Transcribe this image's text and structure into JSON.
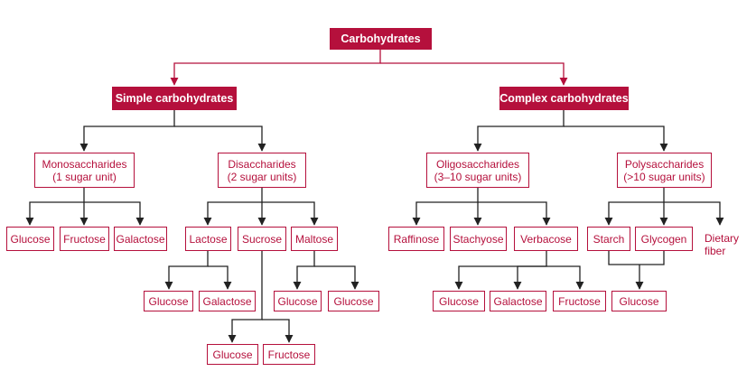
{
  "colors": {
    "accent": "#b5103c",
    "line": "#222222",
    "background": "#ffffff"
  },
  "root": "Carbohydrates",
  "simple": {
    "label": "Simple carbohydrates",
    "monosaccharides": {
      "line1": "Monosaccharides",
      "line2": "(1 sugar unit)",
      "children": [
        "Glucose",
        "Fructose",
        "Galactose"
      ]
    },
    "disaccharides": {
      "line1": "Disaccharides",
      "line2": "(2 sugar units)",
      "lactose": {
        "label": "Lactose",
        "children": [
          "Glucose",
          "Galactose"
        ]
      },
      "sucrose": {
        "label": "Sucrose",
        "children": [
          "Glucose",
          "Fructose"
        ]
      },
      "maltose": {
        "label": "Maltose",
        "children": [
          "Glucose",
          "Glucose"
        ]
      }
    }
  },
  "complex": {
    "label": "Complex carbohydrates",
    "oligosaccharides": {
      "line1": "Oligosaccharides",
      "line2": "(3–10 sugar units)",
      "raffinose": "Raffinose",
      "stachyose": "Stachyose",
      "verbacose": "Verbacose",
      "children": [
        "Glucose",
        "Galactose",
        "Fructose"
      ]
    },
    "polysaccharides": {
      "line1": "Polysaccharides",
      "line2": "(>10 sugar units)",
      "starch": "Starch",
      "glycogen": "Glycogen",
      "dietary_fiber": {
        "line1": "Dietary",
        "line2": "fiber"
      },
      "children": [
        "Glucose"
      ]
    }
  }
}
